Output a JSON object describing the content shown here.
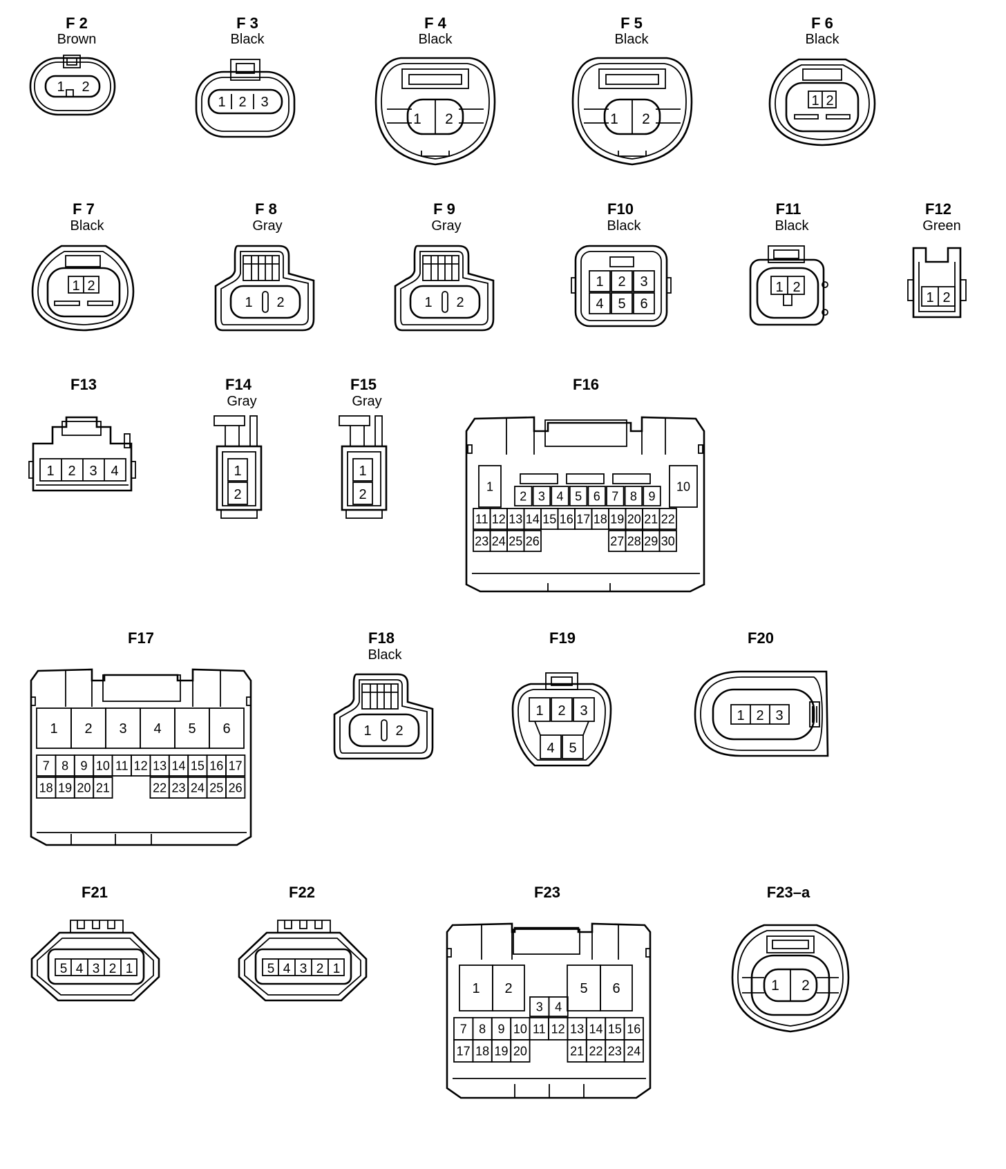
{
  "connectors": {
    "F2": {
      "id": "F 2",
      "color": "Brown",
      "pins": [
        "1",
        "2"
      ]
    },
    "F3": {
      "id": "F 3",
      "color": "Black",
      "pins": [
        "1",
        "2",
        "3"
      ]
    },
    "F4": {
      "id": "F 4",
      "color": "Black",
      "pins": [
        "1",
        "2"
      ]
    },
    "F5": {
      "id": "F 5",
      "color": "Black",
      "pins": [
        "1",
        "2"
      ]
    },
    "F6": {
      "id": "F 6",
      "color": "Black",
      "pins": [
        "1",
        "2"
      ]
    },
    "F7": {
      "id": "F 7",
      "color": "Black",
      "pins": [
        "1",
        "2"
      ]
    },
    "F8": {
      "id": "F 8",
      "color": "Gray",
      "pins": [
        "1",
        "2"
      ]
    },
    "F9": {
      "id": "F 9",
      "color": "Gray",
      "pins": [
        "1",
        "2"
      ]
    },
    "F10": {
      "id": "F10",
      "color": "Black",
      "pins": [
        "1",
        "2",
        "3",
        "4",
        "5",
        "6"
      ]
    },
    "F11": {
      "id": "F11",
      "color": "Black",
      "pins": [
        "1",
        "2"
      ]
    },
    "F12": {
      "id": "F12",
      "color": "Green",
      "pins": [
        "1",
        "2"
      ]
    },
    "F13": {
      "id": "F13",
      "color": "",
      "pins": [
        "1",
        "2",
        "3",
        "4"
      ]
    },
    "F14": {
      "id": "F14",
      "color": "Gray",
      "pins": [
        "1",
        "2"
      ]
    },
    "F15": {
      "id": "F15",
      "color": "Gray",
      "pins": [
        "1",
        "2"
      ]
    },
    "F16": {
      "id": "F16",
      "color": "",
      "pins": [
        "1",
        "2",
        "3",
        "4",
        "5",
        "6",
        "7",
        "8",
        "9",
        "10",
        "11",
        "12",
        "13",
        "14",
        "15",
        "16",
        "17",
        "18",
        "19",
        "20",
        "21",
        "22",
        "23",
        "24",
        "25",
        "26",
        "27",
        "28",
        "29",
        "30"
      ]
    },
    "F17": {
      "id": "F17",
      "color": "",
      "pins": [
        "1",
        "2",
        "3",
        "4",
        "5",
        "6",
        "7",
        "8",
        "9",
        "10",
        "11",
        "12",
        "13",
        "14",
        "15",
        "16",
        "17",
        "18",
        "19",
        "20",
        "21",
        "22",
        "23",
        "24",
        "25",
        "26"
      ]
    },
    "F18": {
      "id": "F18",
      "color": "Black",
      "pins": [
        "1",
        "2"
      ]
    },
    "F19": {
      "id": "F19",
      "color": "",
      "pins": [
        "1",
        "2",
        "3",
        "4",
        "5"
      ]
    },
    "F20": {
      "id": "F20",
      "color": "",
      "pins": [
        "1",
        "2",
        "3"
      ]
    },
    "F21": {
      "id": "F21",
      "color": "",
      "pins": [
        "5",
        "4",
        "3",
        "2",
        "1"
      ]
    },
    "F22": {
      "id": "F22",
      "color": "",
      "pins": [
        "5",
        "4",
        "3",
        "2",
        "1"
      ]
    },
    "F23": {
      "id": "F23",
      "color": "",
      "pins": [
        "1",
        "2",
        "3",
        "4",
        "5",
        "6",
        "7",
        "8",
        "9",
        "10",
        "11",
        "12",
        "13",
        "14",
        "15",
        "16",
        "17",
        "18",
        "19",
        "20",
        "21",
        "22",
        "23",
        "24"
      ]
    },
    "F23a": {
      "id": "F23–a",
      "color": "",
      "pins": [
        "1",
        "2"
      ]
    }
  }
}
